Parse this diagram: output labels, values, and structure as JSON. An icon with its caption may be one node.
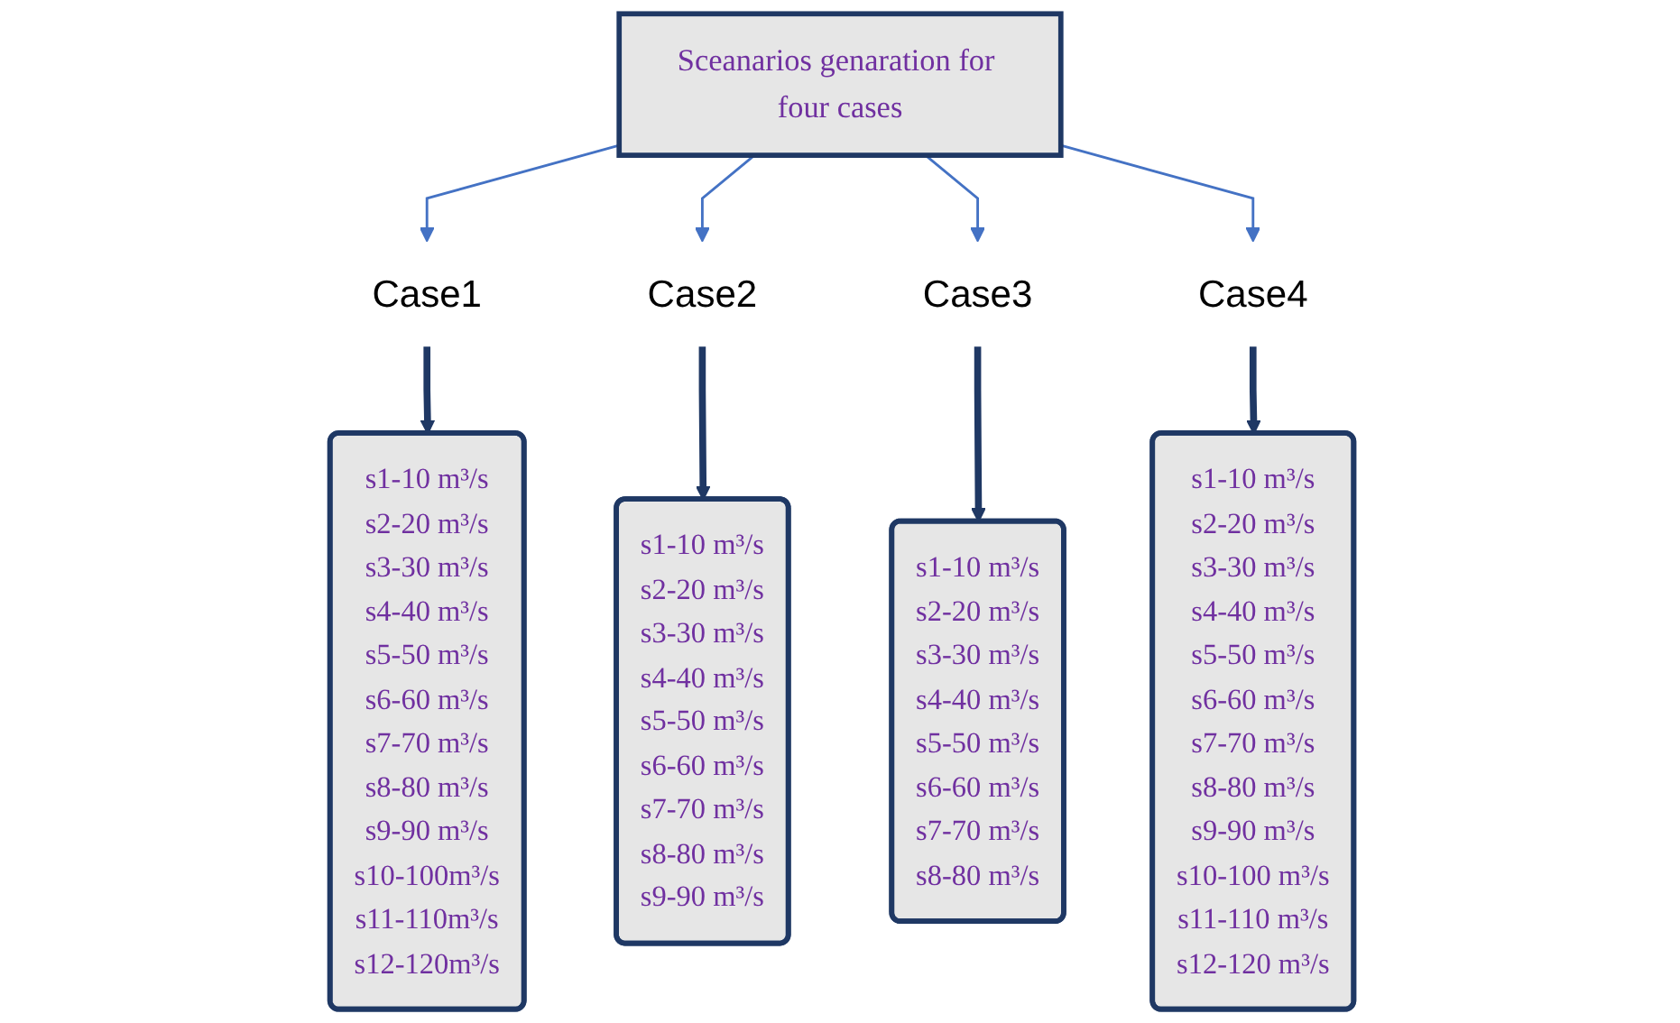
{
  "diagram": {
    "nodes": [
      {
        "text": [
          "Sceanarios genaration for four cases"
        ]
      },
      {
        "text": [
          "Case1"
        ]
      },
      {
        "text": [
          "Case2"
        ]
      },
      {
        "text": [
          "Case3"
        ]
      },
      {
        "text": [
          "Case4"
        ]
      },
      {
        "text": [
          "s1-10 m³/s",
          "s2-20 m³/s",
          "s3-30 m³/s",
          "s4-40 m³/s",
          "s5-50 m³/s",
          "s6-60 m³/s",
          "s7-70 m³/s",
          "s8-80 m³/s",
          "s9-90 m³/s",
          "s10-100m³/s",
          "s11-110m³/s",
          "s12-120m³/s"
        ]
      },
      {
        "text": [
          "s1-10 m³/s",
          "s2-20 m³/s",
          "s3-30 m³/s",
          "s4-40 m³/s",
          "s5-50 m³/s",
          "s6-60 m³/s",
          "s7-70 m³/s",
          "s8-80 m³/s",
          "s9-90 m³/s"
        ]
      },
      {
        "text": [
          "s1-10 m³/s",
          "s2-20 m³/s",
          "s3-30 m³/s",
          "s4-40 m³/s",
          "s5-50 m³/s",
          "s6-60 m³/s",
          "s7-70 m³/s",
          "s8-80 m³/s"
        ]
      },
      {
        "text": [
          "s1-10 m³/s",
          "s2-20 m³/s",
          "s3-30 m³/s",
          "s4-40 m³/s",
          "s5-50 m³/s",
          "s6-60 m³/s",
          "s7-70 m³/s",
          "s8-80 m³/s",
          "s9-90 m³/s",
          "s10-100 m³/s",
          "s11-110 m³/s",
          "s12-120 m³/s"
        ]
      }
    ],
    "edges": [
      {
        "from": 0,
        "to": 1,
        "arrow": "to"
      },
      {
        "from": 0,
        "to": 2,
        "arrow": "to"
      },
      {
        "from": 0,
        "to": 3,
        "arrow": "to"
      },
      {
        "from": 0,
        "to": 4,
        "arrow": "to"
      },
      {
        "from": 1,
        "to": 5,
        "arrow": "to",
        "style": "thick",
        "color": "#1f3864"
      },
      {
        "from": 2,
        "to": 6,
        "arrow": "to",
        "style": "thick",
        "color": "#1f3864"
      },
      {
        "from": 3,
        "to": 7,
        "arrow": "to",
        "style": "thick",
        "color": "#1f3864"
      },
      {
        "from": 4,
        "to": 8,
        "arrow": "to",
        "style": "thick",
        "color": "#1f3864"
      }
    ]
  }
}
